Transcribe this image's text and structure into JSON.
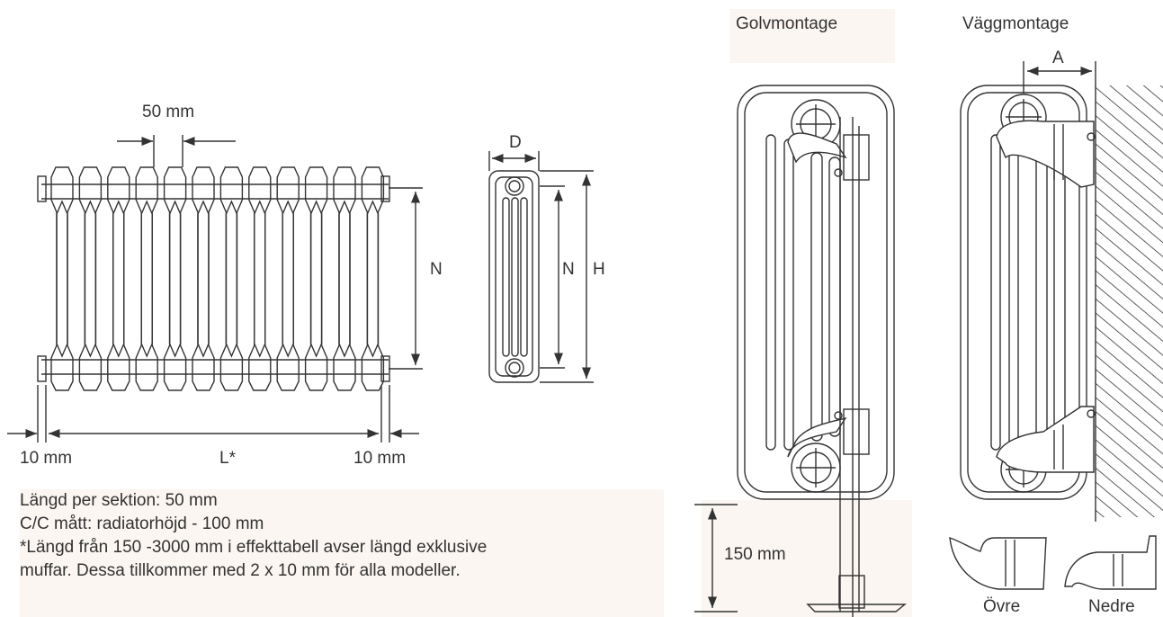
{
  "front_view": {
    "section_width_label": "50 mm",
    "height_cc_label": "N",
    "left_muff_label": "10 mm",
    "length_label": "L*",
    "right_muff_label": "10 mm"
  },
  "side_view": {
    "depth_label": "D",
    "cc_label": "N",
    "height_label": "H"
  },
  "floor_mount": {
    "title": "Golvmontage",
    "floor_distance_label": "150 mm"
  },
  "wall_mount": {
    "title": "Väggmontage",
    "wall_distance_label": "A",
    "upper_bracket_label": "Övre",
    "lower_bracket_label": "Nedre"
  },
  "notes": [
    "Längd per sektion: 50 mm",
    "C/C mått: radiatorhöjd - 100 mm",
    "*Längd från 150 -3000 mm i effekttabell avser längd exklusive",
    "muffar. Dessa tillkommer med 2 x 10 mm för alla modeller."
  ],
  "colors": {
    "line": "#333333",
    "panel_background": "#fbf6f2"
  }
}
